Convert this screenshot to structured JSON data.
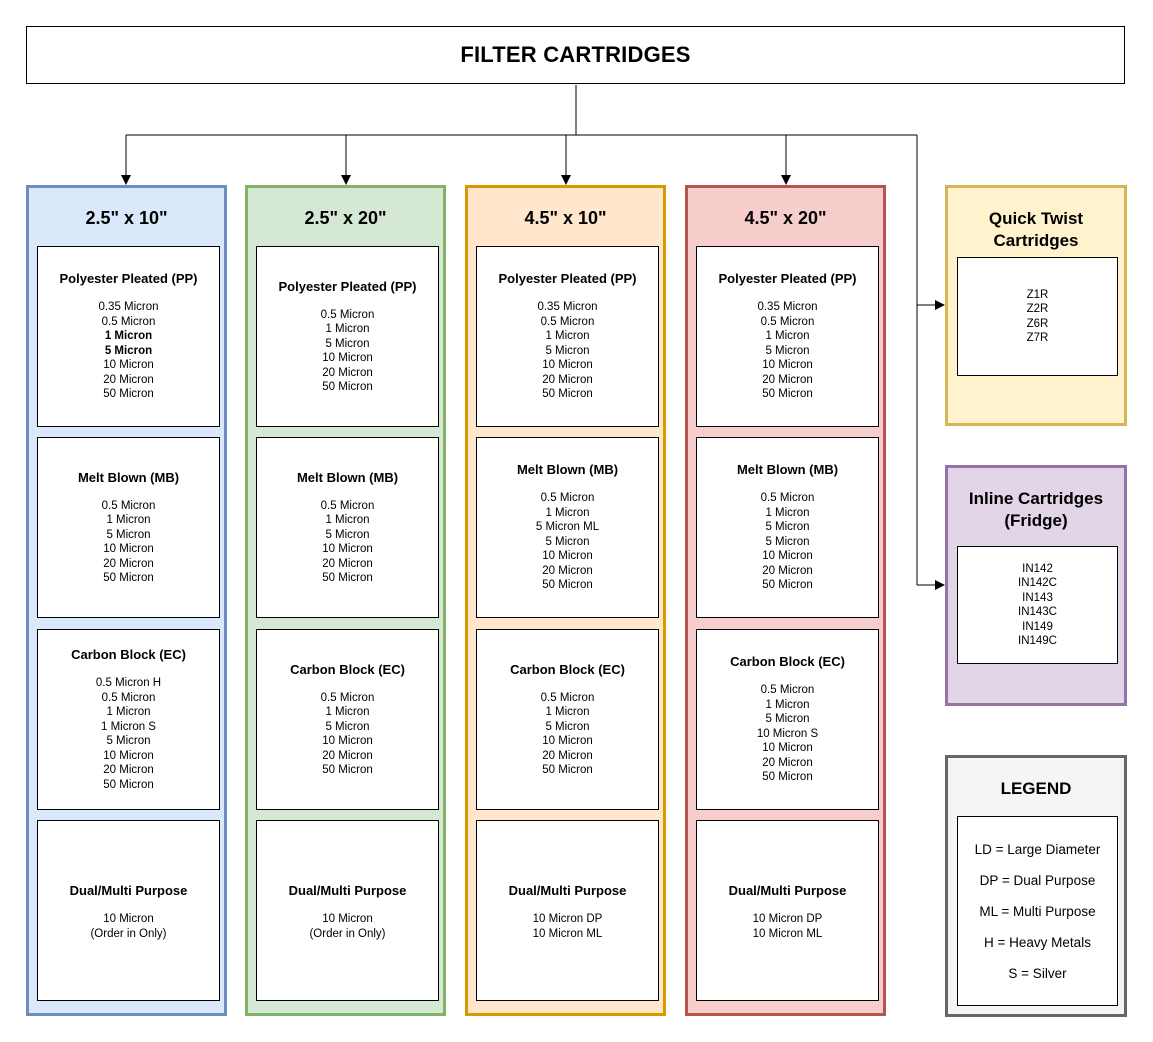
{
  "title": "FILTER CARTRIDGES",
  "colors": {
    "blue_fill": "#dae8fc",
    "blue_border": "#6c8ebf",
    "green_fill": "#d5e8d4",
    "green_border": "#82b366",
    "orange_fill": "#ffe6cc",
    "orange_border": "#d79b00",
    "red_fill": "#f8cecc",
    "red_border": "#b85450",
    "yellow_fill": "#fff2cc",
    "yellow_border": "#d6b656",
    "purple_fill": "#e1d5e7",
    "purple_border": "#9673a6",
    "gray_fill": "#f5f5f5",
    "gray_border": "#666666"
  },
  "columns": [
    {
      "header": "2.5\" x 10\"",
      "color": "blue",
      "cells": [
        {
          "title": "Polyester Pleated (PP)",
          "items": [
            "0.35 Micron",
            "0.5 Micron",
            "1 Micron",
            "5 Micron",
            "10 Micron",
            "20 Micron",
            "50 Micron"
          ],
          "bold": [
            "1 Micron",
            "5 Micron"
          ]
        },
        {
          "title": "Melt Blown (MB)",
          "items": [
            "0.5 Micron",
            "1 Micron",
            "5 Micron",
            "10 Micron",
            "20 Micron",
            "50 Micron"
          ],
          "bold": []
        },
        {
          "title": "Carbon Block (EC)",
          "items": [
            "0.5 Micron H",
            "0.5 Micron",
            "1 Micron",
            "1 Micron S",
            "5 Micron",
            "10 Micron",
            "20 Micron",
            "50 Micron"
          ],
          "bold": []
        },
        {
          "title": "Dual/Multi Purpose",
          "items": [
            "10 Micron",
            "(Order in Only)"
          ],
          "bold": []
        }
      ]
    },
    {
      "header": "2.5\" x 20\"",
      "color": "green",
      "cells": [
        {
          "title": "Polyester Pleated (PP)",
          "items": [
            "0.5 Micron",
            "1 Micron",
            "5 Micron",
            "10 Micron",
            "20 Micron",
            "50 Micron"
          ],
          "bold": []
        },
        {
          "title": "Melt Blown (MB)",
          "items": [
            "0.5 Micron",
            "1 Micron",
            "5 Micron",
            "10 Micron",
            "20 Micron",
            "50 Micron"
          ],
          "bold": []
        },
        {
          "title": "Carbon Block (EC)",
          "items": [
            "0.5 Micron",
            "1 Micron",
            "5 Micron",
            "10 Micron",
            "20 Micron",
            "50 Micron"
          ],
          "bold": []
        },
        {
          "title": "Dual/Multi Purpose",
          "items": [
            "10 Micron",
            "(Order in Only)"
          ],
          "bold": []
        }
      ]
    },
    {
      "header": "4.5\" x 10\"",
      "color": "orange",
      "cells": [
        {
          "title": "Polyester Pleated (PP)",
          "items": [
            "0.35 Micron",
            "0.5 Micron",
            "1 Micron",
            "5 Micron",
            "10 Micron",
            "20 Micron",
            "50 Micron"
          ],
          "bold": []
        },
        {
          "title": "Melt Blown (MB)",
          "items": [
            "0.5 Micron",
            "1 Micron",
            "5 Micron ML",
            "5 Micron",
            "10 Micron",
            "20 Micron",
            "50 Micron"
          ],
          "bold": []
        },
        {
          "title": "Carbon Block (EC)",
          "items": [
            "0.5 Micron",
            "1 Micron",
            "5 Micron",
            "10 Micron",
            "20 Micron",
            "50 Micron"
          ],
          "bold": []
        },
        {
          "title": "Dual/Multi Purpose",
          "items": [
            "10 Micron DP",
            "10 Micron ML"
          ],
          "bold": []
        }
      ]
    },
    {
      "header": "4.5\" x 20\"",
      "color": "red",
      "cells": [
        {
          "title": "Polyester Pleated (PP)",
          "items": [
            "0.35 Micron",
            "0.5 Micron",
            "1 Micron",
            "5 Micron",
            "10 Micron",
            "20 Micron",
            "50 Micron"
          ],
          "bold": []
        },
        {
          "title": "Melt Blown (MB)",
          "items": [
            "0.5 Micron",
            "1 Micron",
            "5 Micron",
            "5 Micron",
            "10 Micron",
            "20 Micron",
            "50 Micron"
          ],
          "bold": []
        },
        {
          "title": "Carbon Block (EC)",
          "items": [
            "0.5 Micron",
            "1 Micron",
            "5 Micron",
            "10 Micron S",
            "10 Micron",
            "20 Micron",
            "50 Micron"
          ],
          "bold": []
        },
        {
          "title": "Dual/Multi Purpose",
          "items": [
            "10 Micron DP",
            "10 Micron ML"
          ],
          "bold": []
        }
      ]
    }
  ],
  "quick_twist": {
    "header": "Quick Twist Cartridges",
    "items": [
      "Z1R",
      "Z2R",
      "Z6R",
      "Z7R"
    ]
  },
  "inline": {
    "header": "Inline Cartridges (Fridge)",
    "items": [
      "IN142",
      "IN142C",
      "IN143",
      "IN143C",
      "IN149",
      "IN149C"
    ]
  },
  "legend": {
    "header": "LEGEND",
    "items": [
      "LD = Large Diameter",
      "DP = Dual Purpose",
      "ML = Multi Purpose",
      "H = Heavy Metals",
      "S = Silver"
    ]
  }
}
